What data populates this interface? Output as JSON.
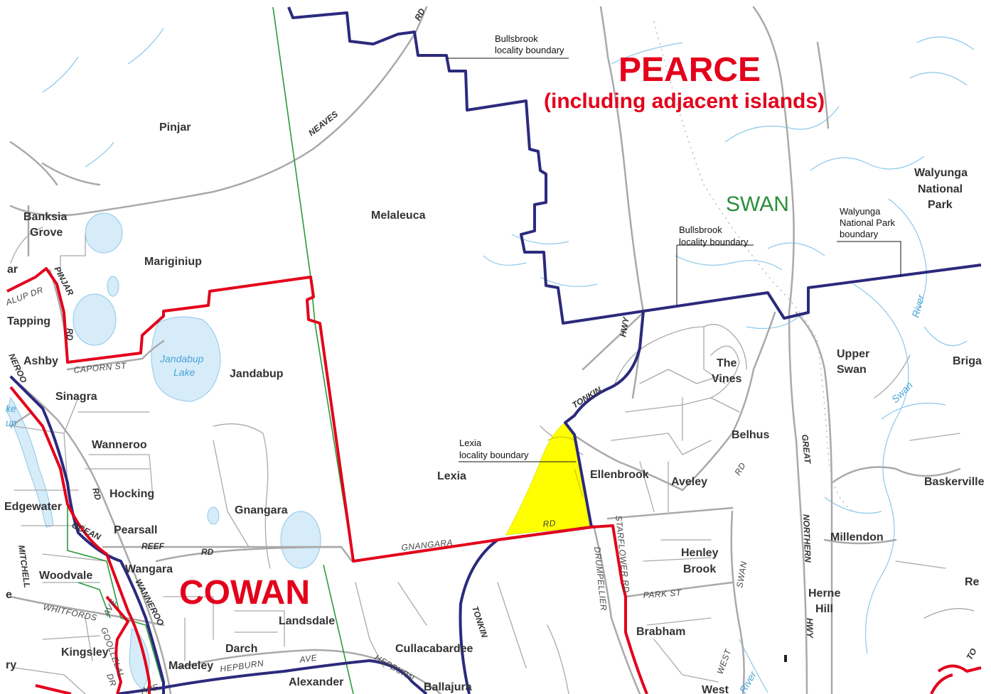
{
  "divisions": {
    "pearce_name": "PEARCE",
    "pearce_subtitle": "(including adjacent islands)",
    "cowan_name": "COWAN"
  },
  "lga": {
    "swan": "SWAN"
  },
  "annotations": {
    "bullsbrook_top_1": "Bullsbrook",
    "bullsbrook_top_2": "locality boundary",
    "bullsbrook_mid_1": "Bullsbrook",
    "bullsbrook_mid_2": "locality boundary",
    "walyunga_np_1": "Walyunga",
    "walyunga_np_2": "National Park",
    "walyunga_np_3": "boundary",
    "lexia_1": "Lexia",
    "lexia_2": "locality boundary"
  },
  "suburbs": {
    "pinjar": "Pinjar",
    "banksia_1": "Banksia",
    "banksia_2": "Grove",
    "mariginiup": "Mariginiup",
    "tapping": "Tapping",
    "ashby": "Ashby",
    "sinagra": "Sinagra",
    "wanneroo": "Wanneroo",
    "hocking": "Hocking",
    "edgewater": "Edgewater",
    "pearsall": "Pearsall",
    "wangara": "Wangara",
    "woodvale": "Woodvale",
    "kingsley": "Kingsley",
    "madeley": "Madeley",
    "darch": "Darch",
    "landsdale": "Landsdale",
    "alexander": "Alexander",
    "jandabup": "Jandabup",
    "gnangara": "Gnangara",
    "melaleuca": "Melaleuca",
    "lexia": "Lexia",
    "cullacabardee": "Cullacabardee",
    "ballajura": "Ballajura",
    "ellenbrook": "Ellenbrook",
    "aveley": "Aveley",
    "belhus": "Belhus",
    "the_vines_1": "The",
    "the_vines_2": "Vines",
    "upper_swan_1": "Upper",
    "upper_swan_2": "Swan",
    "henley_1": "Henley",
    "henley_2": "Brook",
    "brabham": "Brabham",
    "millendon": "Millendon",
    "herne_1": "Herne",
    "herne_2": "Hill",
    "baskerville": "Baskerville",
    "walyunga_1": "Walyunga",
    "walyunga_2": "National",
    "walyunga_3": "Park",
    "brigadoon": "Briga",
    "red_hill": "Re",
    "west_swan": "West",
    "frag_ar": "ar",
    "frag_e": "e",
    "frag_ry": "ry"
  },
  "roads": {
    "rd_top": "RD",
    "neaves": "NEAVES",
    "pinjar": "PINJAR",
    "pinjar_rd": "RD",
    "caporn": "CAPORN ST",
    "alup": "ALUP DR",
    "neroo": "NEROO",
    "tonkin_hwy_1": "HWY",
    "tonkin_1": "TONKIN",
    "tonkin_2": "TONKIN",
    "gnangara": "GNANGARA",
    "gnangara_rd": "RD",
    "ocean": "OCEAN",
    "reef": "REEF",
    "reef_rd": "RD",
    "wanneroo_rd": "RD",
    "mitchell": "MITCHELL",
    "whitfords": "WHITFORDS",
    "whitfords_ave": "AVE",
    "goollelal": "GOOLLELAL",
    "goollelal_dr": "DR",
    "wanneroo_road": "WANNEROO",
    "hepburn_1": "HEPBURN",
    "hepburn_ave": "AVE",
    "hepburn_2": "HEPBURN",
    "starflower": "STARFLOWER RD",
    "drumpellier": "DRUMPELLIER",
    "park_st": "PARK   ST",
    "swan_road": "SWAN",
    "west_rd": "WEST",
    "great": "GREAT",
    "northern": "NORTHERN",
    "hwy_gn": "HWY",
    "rd_belhus": "RD",
    "to": "TO",
    "ave_bottom": "AVE"
  },
  "water": {
    "jandabup_1": "Jandabup",
    "jandabup_2": "Lake",
    "river": "River",
    "swan": "Swan",
    "swan_river": "River",
    "lake_frag_1": "ke",
    "lake_frag_2": "up"
  },
  "colors": {
    "pearce_boundary": "#2b2a7d",
    "cowan_boundary": "#e3001b",
    "locality_green": "#2a9a3a",
    "road_grey": "#a9a9a9",
    "water_blue": "#4aa3d8",
    "lake_fill": "#d6ecf8",
    "highlight": "#ffff00"
  }
}
